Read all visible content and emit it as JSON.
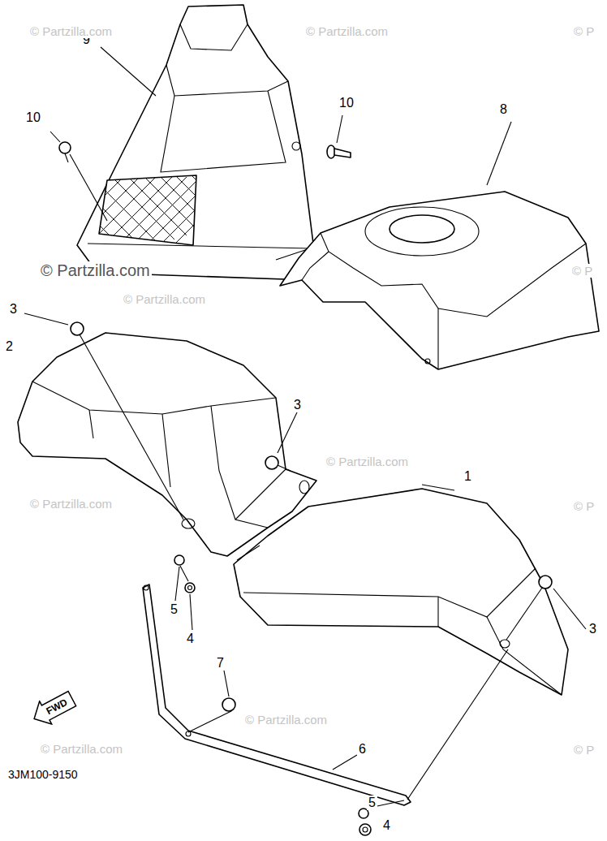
{
  "diagram": {
    "nodes": [
      {
        "text": [
          "FWD"
        ]
      }
    ],
    "labels": [
      "9",
      "10",
      "10",
      "8",
      "3",
      "2",
      "3",
      "1",
      "3",
      "5",
      "4",
      "7",
      "6",
      "5",
      "4",
      "3JM100-9150",
      "© Partzilla.com",
      "© Partzilla.com",
      "© P",
      "© Partzilla.com",
      "© Partzilla.com",
      "© P",
      "© Partzilla.com",
      "© Partzilla.com",
      "© P",
      "© Partzilla.com",
      "© Partzilla.com",
      "© P"
    ]
  }
}
